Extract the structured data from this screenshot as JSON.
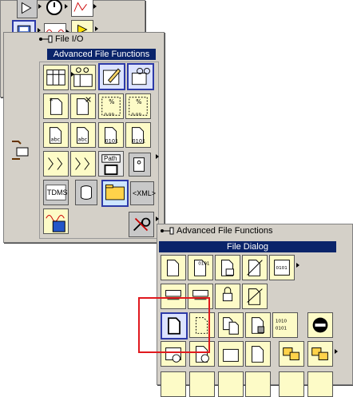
{
  "panels": {
    "fileio": {
      "header": "File I/O",
      "title": "Advanced File Functions"
    },
    "filedialog": {
      "header": "Advanced File Functions",
      "title": "File Dialog"
    }
  },
  "labels": {
    "tdms": "TDMS",
    "path": "Path",
    "xml": "<XML>",
    "abc": "abc",
    "b0101": "0101",
    "r1": "%",
    "nnn": "n.nn",
    "bin": "1010"
  },
  "colors": {
    "tile_bg": "#fdfbc7",
    "palette_bg": "#d4d0c8",
    "title_bar": "#0a246a",
    "highlight": "#e0191e",
    "selected_border": "#2d3aa8"
  }
}
